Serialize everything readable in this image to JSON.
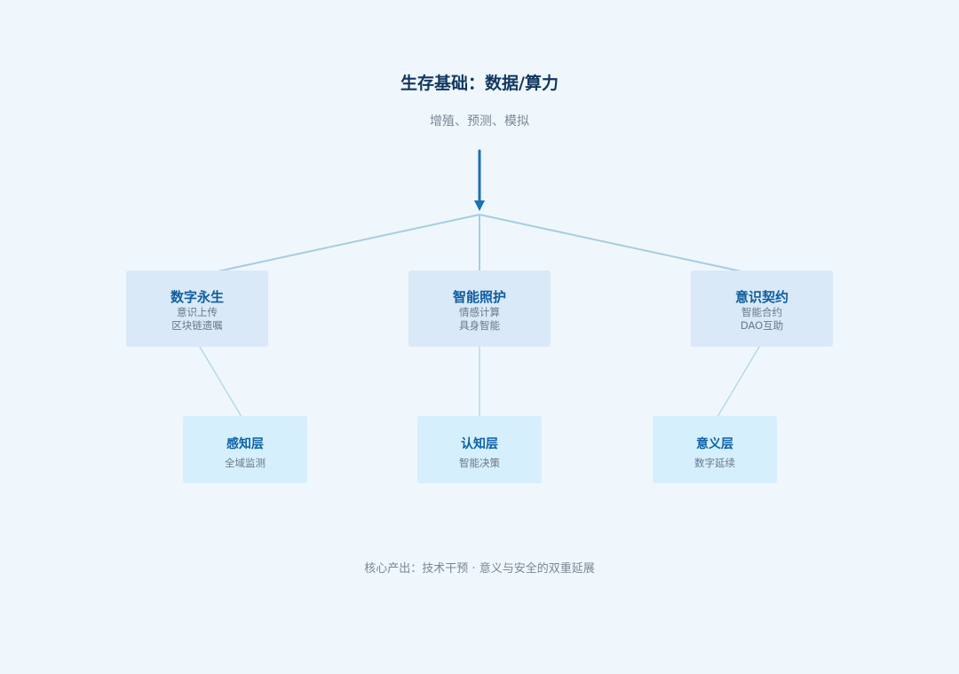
{
  "root": {
    "title": "生存基础：数据/算力",
    "subtitle": "增殖、预测、模拟"
  },
  "branches": [
    {
      "title": "数字永生",
      "lines": [
        "意识上传",
        "区块链遗嘱"
      ],
      "child": {
        "title": "感知层",
        "line": "全域监测"
      }
    },
    {
      "title": "智能照护",
      "lines": [
        "情感计算",
        "具身智能"
      ],
      "child": {
        "title": "认知层",
        "line": "智能决策"
      }
    },
    {
      "title": "意识契约",
      "lines": [
        "智能合约",
        "DAO互助"
      ],
      "child": {
        "title": "意义层",
        "line": "数字延续"
      }
    }
  ],
  "footer": "核心产出：技术干预 · 意义与安全的双重延展",
  "colors": {
    "background": "#eff7fd",
    "title": "#10375e",
    "arrow": "#1872b6",
    "connector": "#a7cde0",
    "card_level1": "#d9e9f7",
    "card_level2": "#d6effc",
    "card_title": "#0e62a8",
    "muted_text": "#7b8694"
  }
}
